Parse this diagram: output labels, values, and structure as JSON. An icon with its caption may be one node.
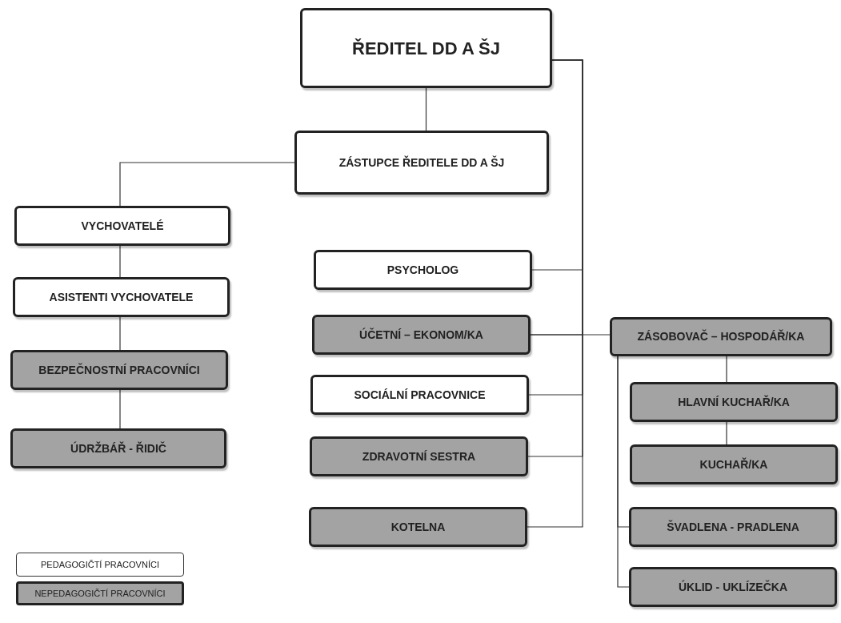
{
  "diagram": {
    "nodes": [
      {
        "text": [
          "ŘEDITEL DD A ŠJ"
        ]
      },
      {
        "text": [
          "ZÁSTUPCE ŘEDITELE DD A ŠJ"
        ]
      },
      {
        "text": [
          "VYCHOVATELÉ"
        ]
      },
      {
        "text": [
          "ASISTENTI VYCHOVATELE"
        ]
      },
      {
        "text": [
          "BEZPEČNOSTNÍ PRACOVNÍCI"
        ]
      },
      {
        "text": [
          "ÚDRŽBÁŘ - ŘIDIČ"
        ]
      },
      {
        "text": [
          "PSYCHOLOG"
        ]
      },
      {
        "text": [
          "ÚČETNÍ – EKONOM/KA"
        ]
      },
      {
        "text": [
          "SOCIÁLNÍ PRACOVNICE"
        ]
      },
      {
        "text": [
          "ZDRAVOTNÍ SESTRA"
        ]
      },
      {
        "text": [
          "KOTELNA"
        ]
      },
      {
        "text": [
          "ZÁSOBOVAČ – HOSPODÁŘ/KA"
        ]
      },
      {
        "text": [
          "HLAVNÍ KUCHAŘ/KA"
        ]
      },
      {
        "text": [
          "KUCHAŘ/KA"
        ]
      },
      {
        "text": [
          "ŠVADLENA - PRADLENA"
        ]
      },
      {
        "text": [
          "ÚKLID - UKLÍZEČKA"
        ]
      }
    ],
    "edges": [
      {
        "from": 0,
        "to": 1,
        "arrow": "none"
      },
      {
        "from": 1,
        "to": 2,
        "arrow": "none"
      },
      {
        "from": 2,
        "to": 3,
        "arrow": "none"
      },
      {
        "from": 3,
        "to": 4,
        "arrow": "none"
      },
      {
        "from": 4,
        "to": 5,
        "arrow": "none"
      },
      {
        "from": 0,
        "to": 6,
        "arrow": "none"
      },
      {
        "from": 0,
        "to": 7,
        "arrow": "none"
      },
      {
        "from": 0,
        "to": 8,
        "arrow": "none"
      },
      {
        "from": 0,
        "to": 9,
        "arrow": "none"
      },
      {
        "from": 0,
        "to": 10,
        "arrow": "none"
      },
      {
        "from": 7,
        "to": 11,
        "arrow": "none"
      },
      {
        "from": 11,
        "to": 12,
        "arrow": "none"
      },
      {
        "from": 12,
        "to": 13,
        "arrow": "none"
      },
      {
        "from": 11,
        "to": 14,
        "arrow": "none"
      },
      {
        "from": 11,
        "to": 15,
        "arrow": "none"
      }
    ],
    "legend": [
      {
        "text": "PEDAGOGIČTÍ PRACOVNÍCI",
        "color": "#ffffff"
      },
      {
        "text": "NEPEDAGOGIČTÍ PRACOVNÍCI",
        "color": "#a3a3a3"
      }
    ]
  }
}
